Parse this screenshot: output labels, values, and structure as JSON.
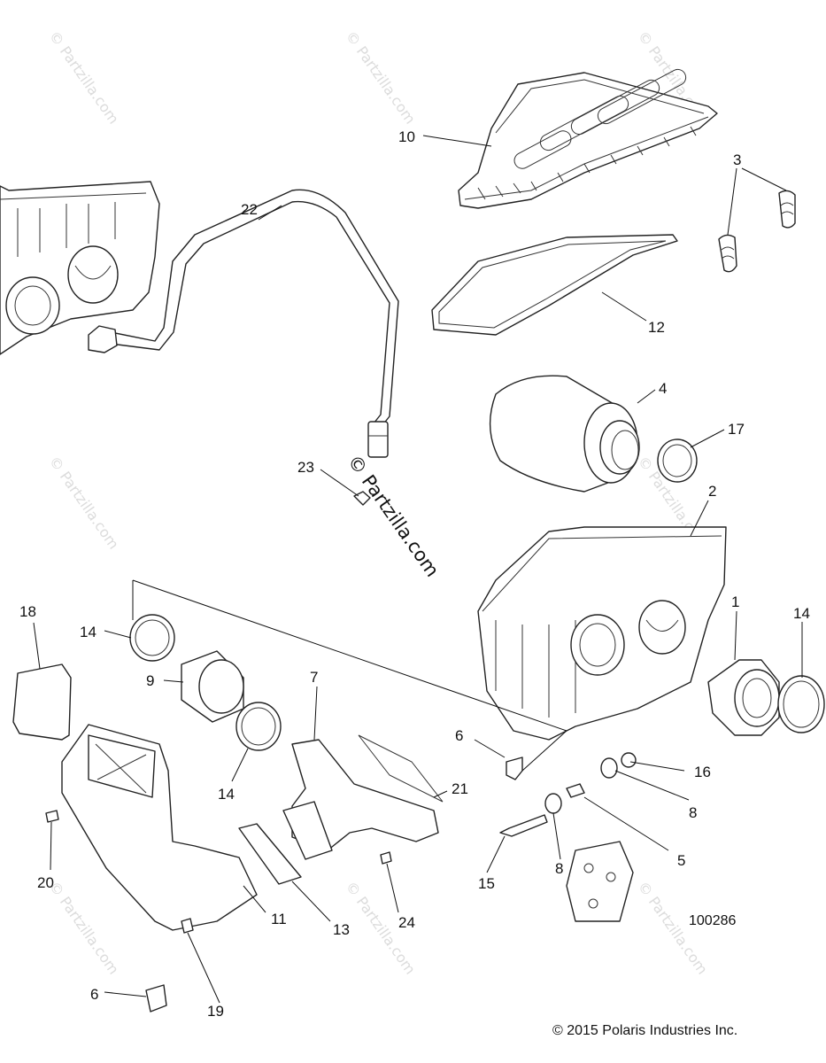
{
  "watermark": {
    "text": "© Partzilla.com"
  },
  "brand_watermark": {
    "text": "© Partzilla.com"
  },
  "reference_number": "100286",
  "copyright": "© 2015 Polaris Industries Inc.",
  "callouts": [
    {
      "id": "c10",
      "label": "10"
    },
    {
      "id": "c3",
      "label": "3"
    },
    {
      "id": "c22",
      "label": "22"
    },
    {
      "id": "c12",
      "label": "12"
    },
    {
      "id": "c4",
      "label": "4"
    },
    {
      "id": "c17",
      "label": "17"
    },
    {
      "id": "c23",
      "label": "23"
    },
    {
      "id": "c2",
      "label": "2"
    },
    {
      "id": "c18",
      "label": "18"
    },
    {
      "id": "c14a",
      "label": "14"
    },
    {
      "id": "c1",
      "label": "1"
    },
    {
      "id": "c14b",
      "label": "14"
    },
    {
      "id": "c9",
      "label": "9"
    },
    {
      "id": "c7",
      "label": "7"
    },
    {
      "id": "c6a",
      "label": "6"
    },
    {
      "id": "c16",
      "label": "16"
    },
    {
      "id": "c14c",
      "label": "14"
    },
    {
      "id": "c21",
      "label": "21"
    },
    {
      "id": "c8a",
      "label": "8"
    },
    {
      "id": "c20",
      "label": "20"
    },
    {
      "id": "c8b",
      "label": "8"
    },
    {
      "id": "c5",
      "label": "5"
    },
    {
      "id": "c15",
      "label": "15"
    },
    {
      "id": "c13",
      "label": "13"
    },
    {
      "id": "c24",
      "label": "24"
    },
    {
      "id": "c11",
      "label": "11"
    },
    {
      "id": "c6b",
      "label": "6"
    },
    {
      "id": "c19",
      "label": "19"
    }
  ]
}
